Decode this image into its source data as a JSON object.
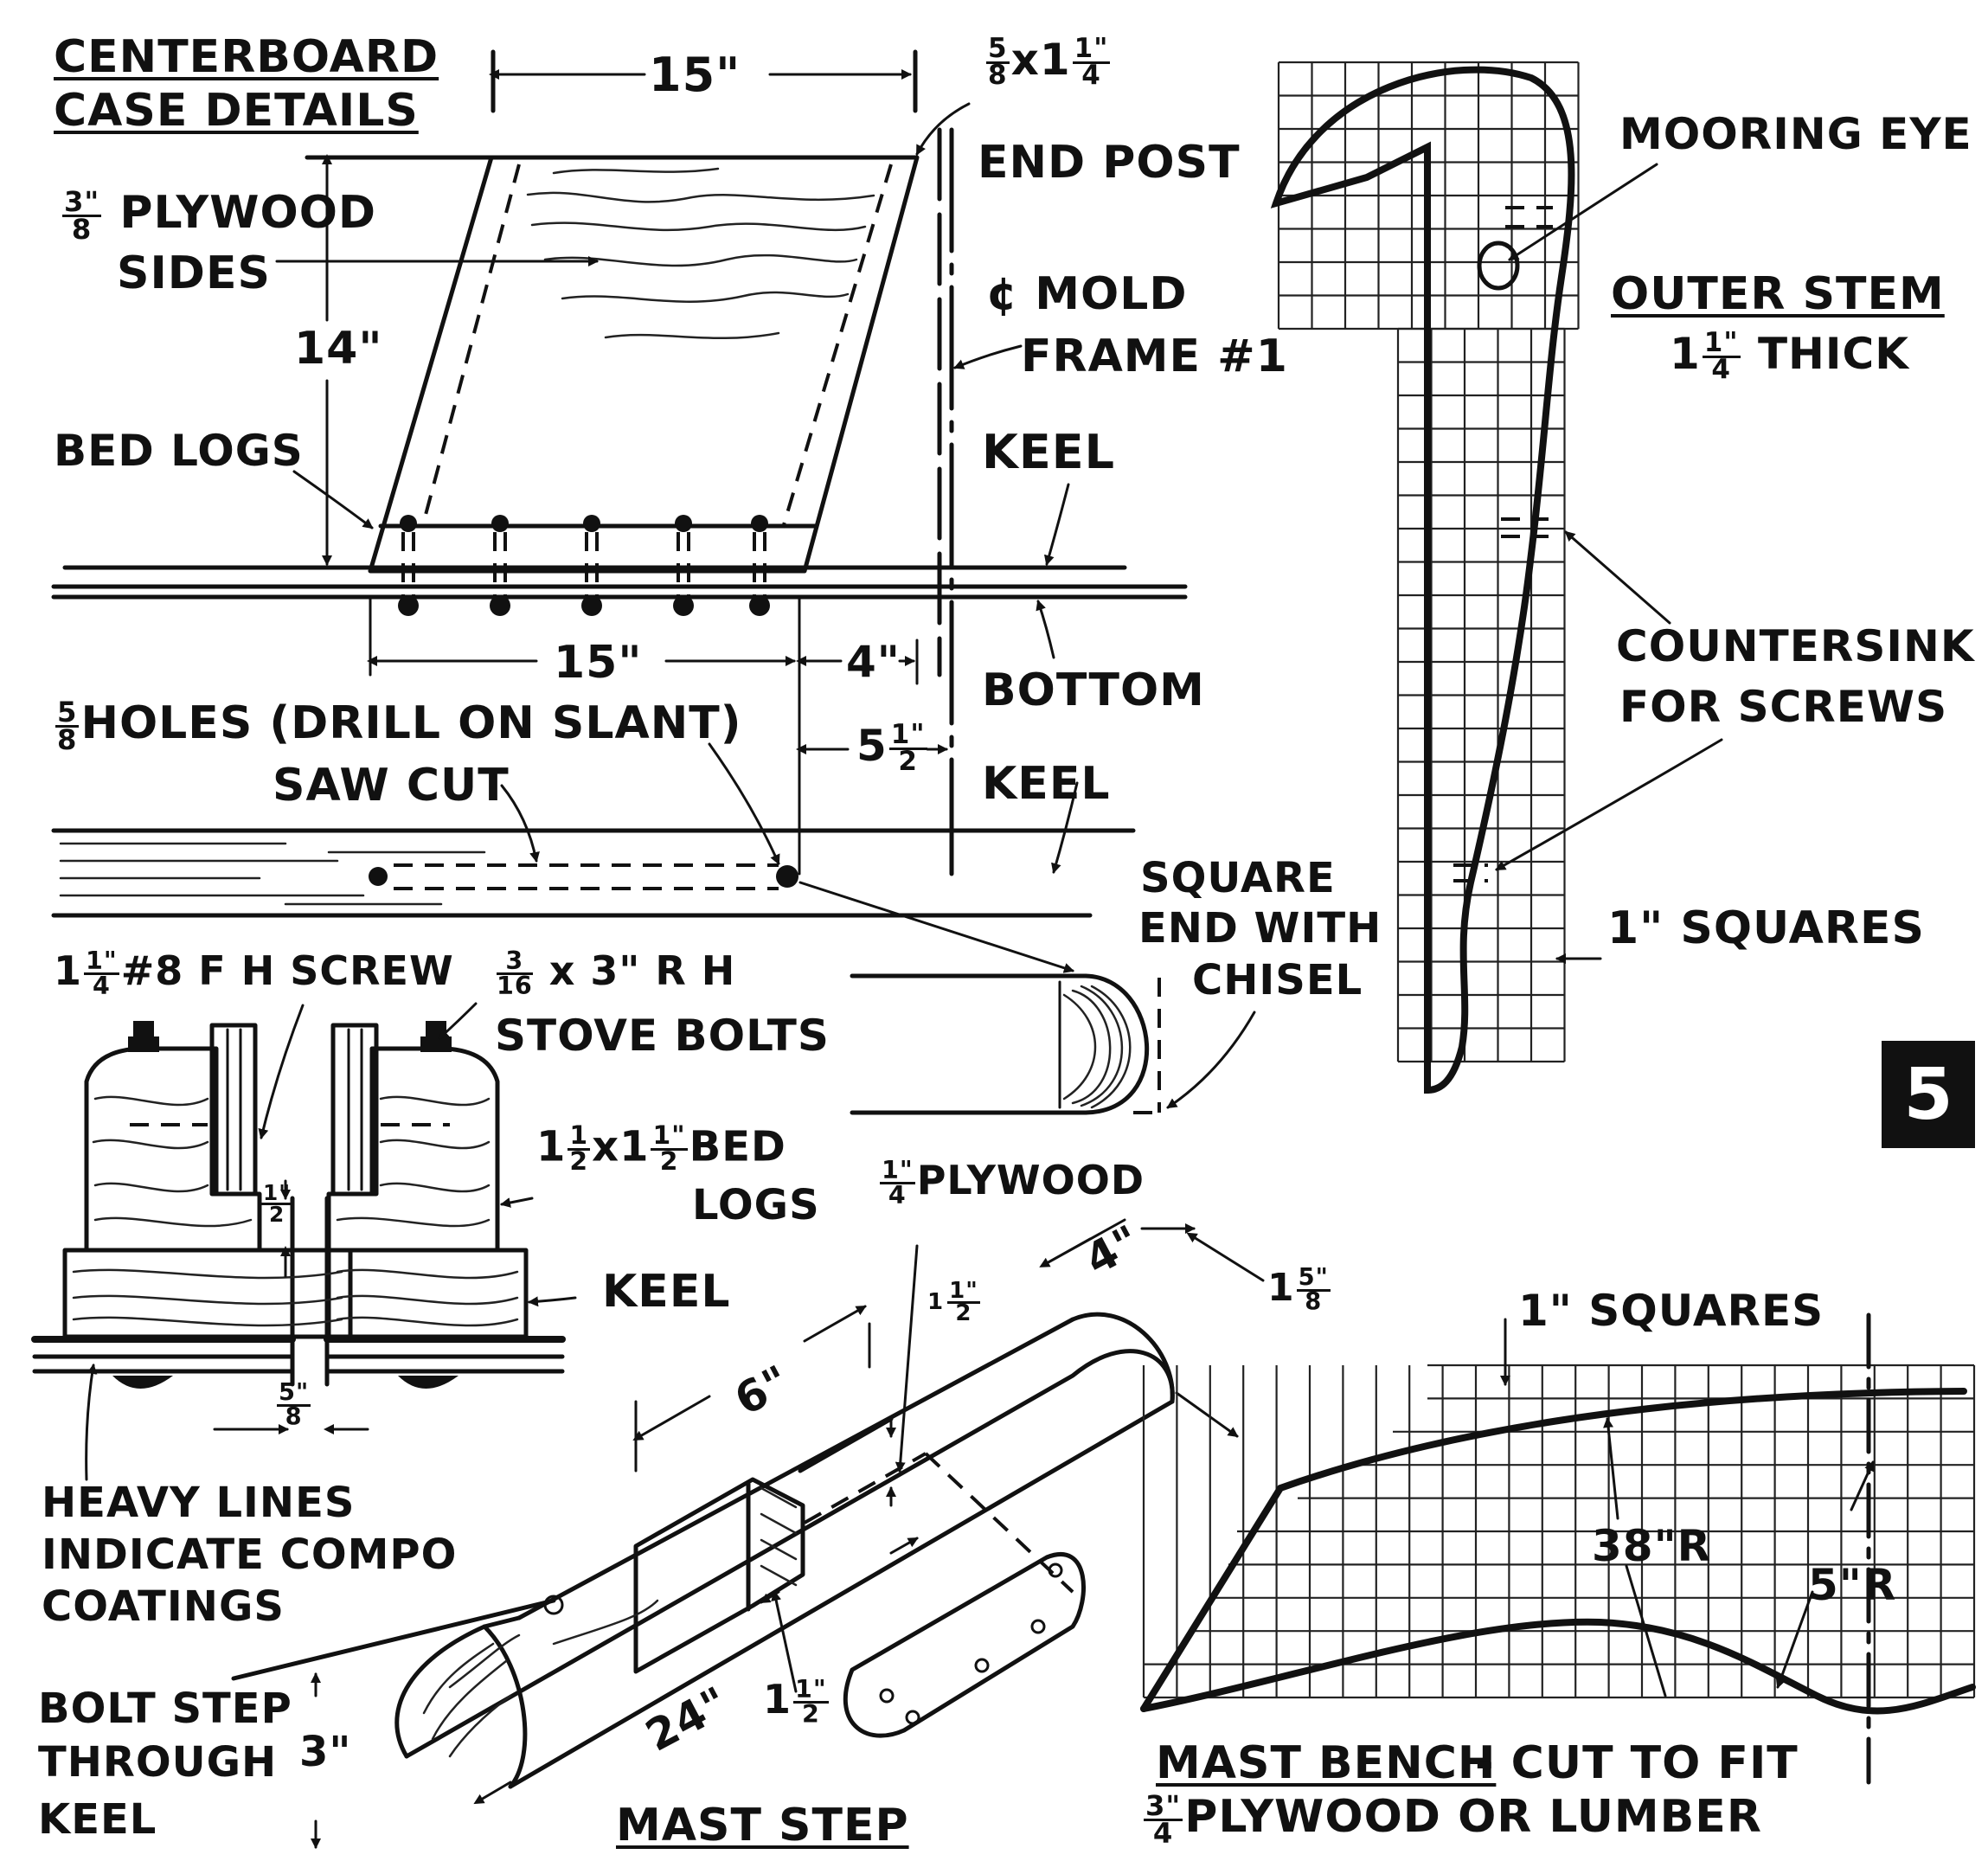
{
  "figure_number": "5",
  "centerboard": {
    "title_line1": "CENTERBOARD",
    "title_line2": "CASE DETAILS",
    "dim_top": "15\"",
    "end_post": {
      "frac_num": "5",
      "frac_den": "8",
      "rest": "x1",
      "frac2_num": "1\"",
      "frac2_den": "4",
      "line2": "END POST"
    },
    "plywood_sides": {
      "frac_num": "3\"",
      "frac_den": "8",
      "text1": "PLYWOOD",
      "text2": "SIDES"
    },
    "dim_height": "14\"",
    "mold_frame": {
      "line1": "¢ MOLD",
      "line2": "FRAME #1"
    },
    "bed_logs": "BED LOGS",
    "keel_1": "KEEL",
    "dim_bottom": "15\"",
    "dim_4": "4\"",
    "bottom": "BOTTOM",
    "holes": {
      "frac_num": "5",
      "frac_den": "8",
      "text": "HOLES (DRILL ON SLANT)"
    },
    "dim_5half": {
      "whole": "5",
      "frac_num": "1\"",
      "frac_den": "2"
    },
    "keel_2": "KEEL",
    "saw_cut": "SAW CUT",
    "square_end": {
      "line1": "SQUARE",
      "line2": "END WITH",
      "line3": "CHISEL"
    }
  },
  "section": {
    "screw": {
      "whole": "1",
      "frac_num": "1\"",
      "frac_den": "4",
      "text": "#8 F H SCREW"
    },
    "bolts": {
      "frac_num": "3",
      "frac_den": "16",
      "text1": "x 3\" R H",
      "text2": "STOVE BOLTS"
    },
    "bed_logs": {
      "whole": "1",
      "frac_num": "1",
      "frac_den": "2",
      "mid": "x1",
      "frac2_num": "1\"",
      "frac2_den": "2",
      "text1": "BED",
      "text2": "LOGS"
    },
    "gap_half": {
      "frac_num": "1\"",
      "frac_den": "2"
    },
    "keel": "KEEL",
    "dim_5_8": {
      "frac_num": "5\"",
      "frac_den": "8"
    },
    "heavy_lines": {
      "line1": "HEAVY LINES",
      "line2": "INDICATE COMPO",
      "line3": "COATINGS"
    }
  },
  "stem": {
    "mooring_eye": "MOORING EYE",
    "title": "OUTER STEM",
    "thick": {
      "whole": "1",
      "frac_num": "1\"",
      "frac_den": "4",
      "text": "THICK"
    },
    "countersink": {
      "line1": "COUNTERSINK",
      "line2": "FOR SCREWS"
    },
    "squares": "1\" SQUARES"
  },
  "mast_step": {
    "plywood": {
      "frac_num": "1\"",
      "frac_den": "4",
      "text": "PLYWOOD"
    },
    "dim_6": "6\"",
    "dim_1half_top": {
      "frac_num": "1\"",
      "frac_den": "2",
      "whole": "1"
    },
    "dim_4": "4\"",
    "dim_1_5_8": {
      "whole": "1",
      "frac_num": "5\"",
      "frac_den": "8"
    },
    "dim_24": "24\"",
    "dim_1half_bottom": {
      "whole": "1",
      "frac_num": "1\"",
      "frac_den": "2"
    },
    "bolt_step": {
      "line1": "BOLT STEP",
      "line2": "THROUGH",
      "line3": "KEEL"
    },
    "dim_3": "3\"",
    "title": "MAST STEP"
  },
  "mast_bench": {
    "squares": "1\" SQUARES",
    "radius_38": "38\"R",
    "radius_5": "5\"R",
    "title": "MAST BENCH",
    "cut_note": "- CUT TO FIT",
    "material": {
      "frac_num": "3\"",
      "frac_den": "4",
      "text": "PLYWOOD OR LUMBER"
    }
  }
}
